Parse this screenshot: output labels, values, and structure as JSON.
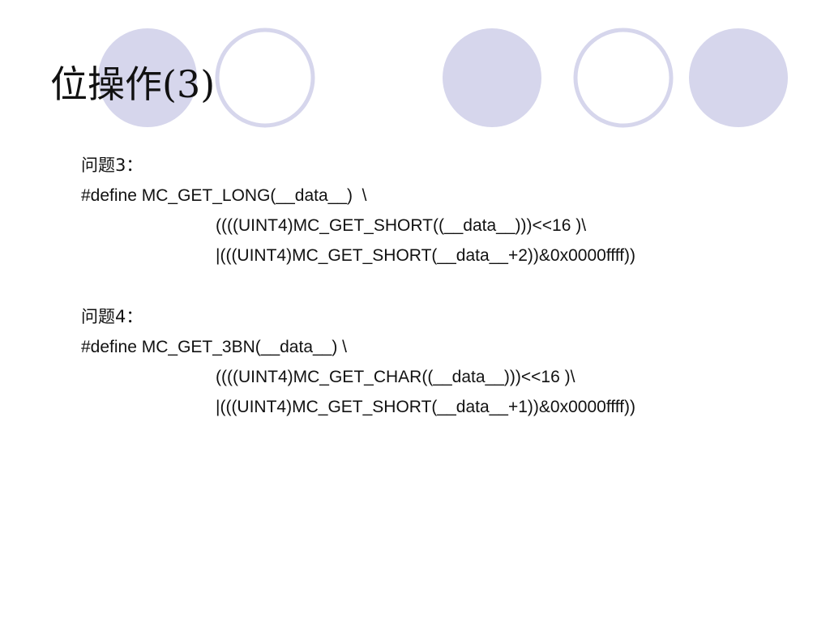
{
  "slide": {
    "title": "位操作(3)",
    "colors": {
      "circle_fill": "#d6d6ec",
      "circle_outline": "#d6d6ec",
      "background": "#ffffff",
      "text": "#111111"
    },
    "blocks": [
      {
        "heading": "问题3：",
        "lines": [
          "#define MC_GET_LONG(__data__)  \\",
          "((((UINT4)MC_GET_SHORT((__data__)))<<16 )\\",
          "|(((UINT4)MC_GET_SHORT(__data__+2))&0x0000ffff))"
        ]
      },
      {
        "heading": "问题4：",
        "lines": [
          "#define MC_GET_3BN(__data__) \\",
          "((((UINT4)MC_GET_CHAR((__data__)))<<16 )\\",
          "|(((UINT4)MC_GET_SHORT(__data__+1))&0x0000ffff))"
        ]
      }
    ]
  }
}
